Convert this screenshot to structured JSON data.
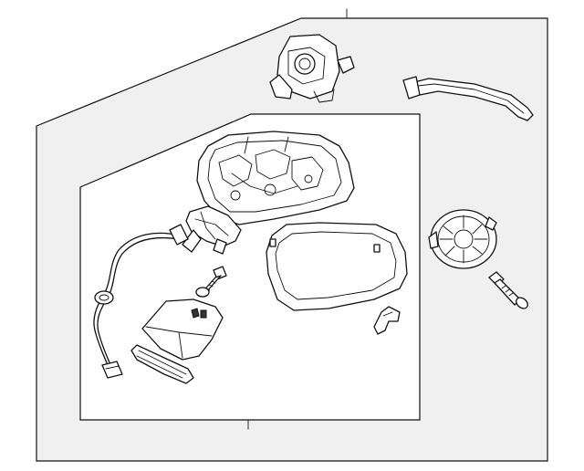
{
  "diagram": {
    "colors": {
      "outer_panel_fill": "#f0f0f0",
      "inner_panel_fill": "#ffffff",
      "line": "#111111"
    },
    "parts": [
      {
        "id": "mirror-assembly",
        "icon": "mirror-assembly-icon"
      },
      {
        "id": "mirror-glass",
        "icon": "mirror-glass-icon"
      },
      {
        "id": "turn-signal-lamp",
        "icon": "turn-signal-lamp-icon"
      },
      {
        "id": "lower-cover",
        "icon": "lower-cover-icon"
      },
      {
        "id": "wire-harness",
        "icon": "wire-harness-icon"
      },
      {
        "id": "mounting-bolt-inner",
        "icon": "bolt-icon"
      },
      {
        "id": "small-clip",
        "icon": "clip-icon"
      },
      {
        "id": "side-camera",
        "icon": "camera-icon"
      },
      {
        "id": "trim-strip",
        "icon": "trim-strip-icon"
      },
      {
        "id": "actuator-motor",
        "icon": "actuator-icon"
      },
      {
        "id": "mounting-bolt-outer",
        "icon": "bolt-icon"
      }
    ]
  }
}
